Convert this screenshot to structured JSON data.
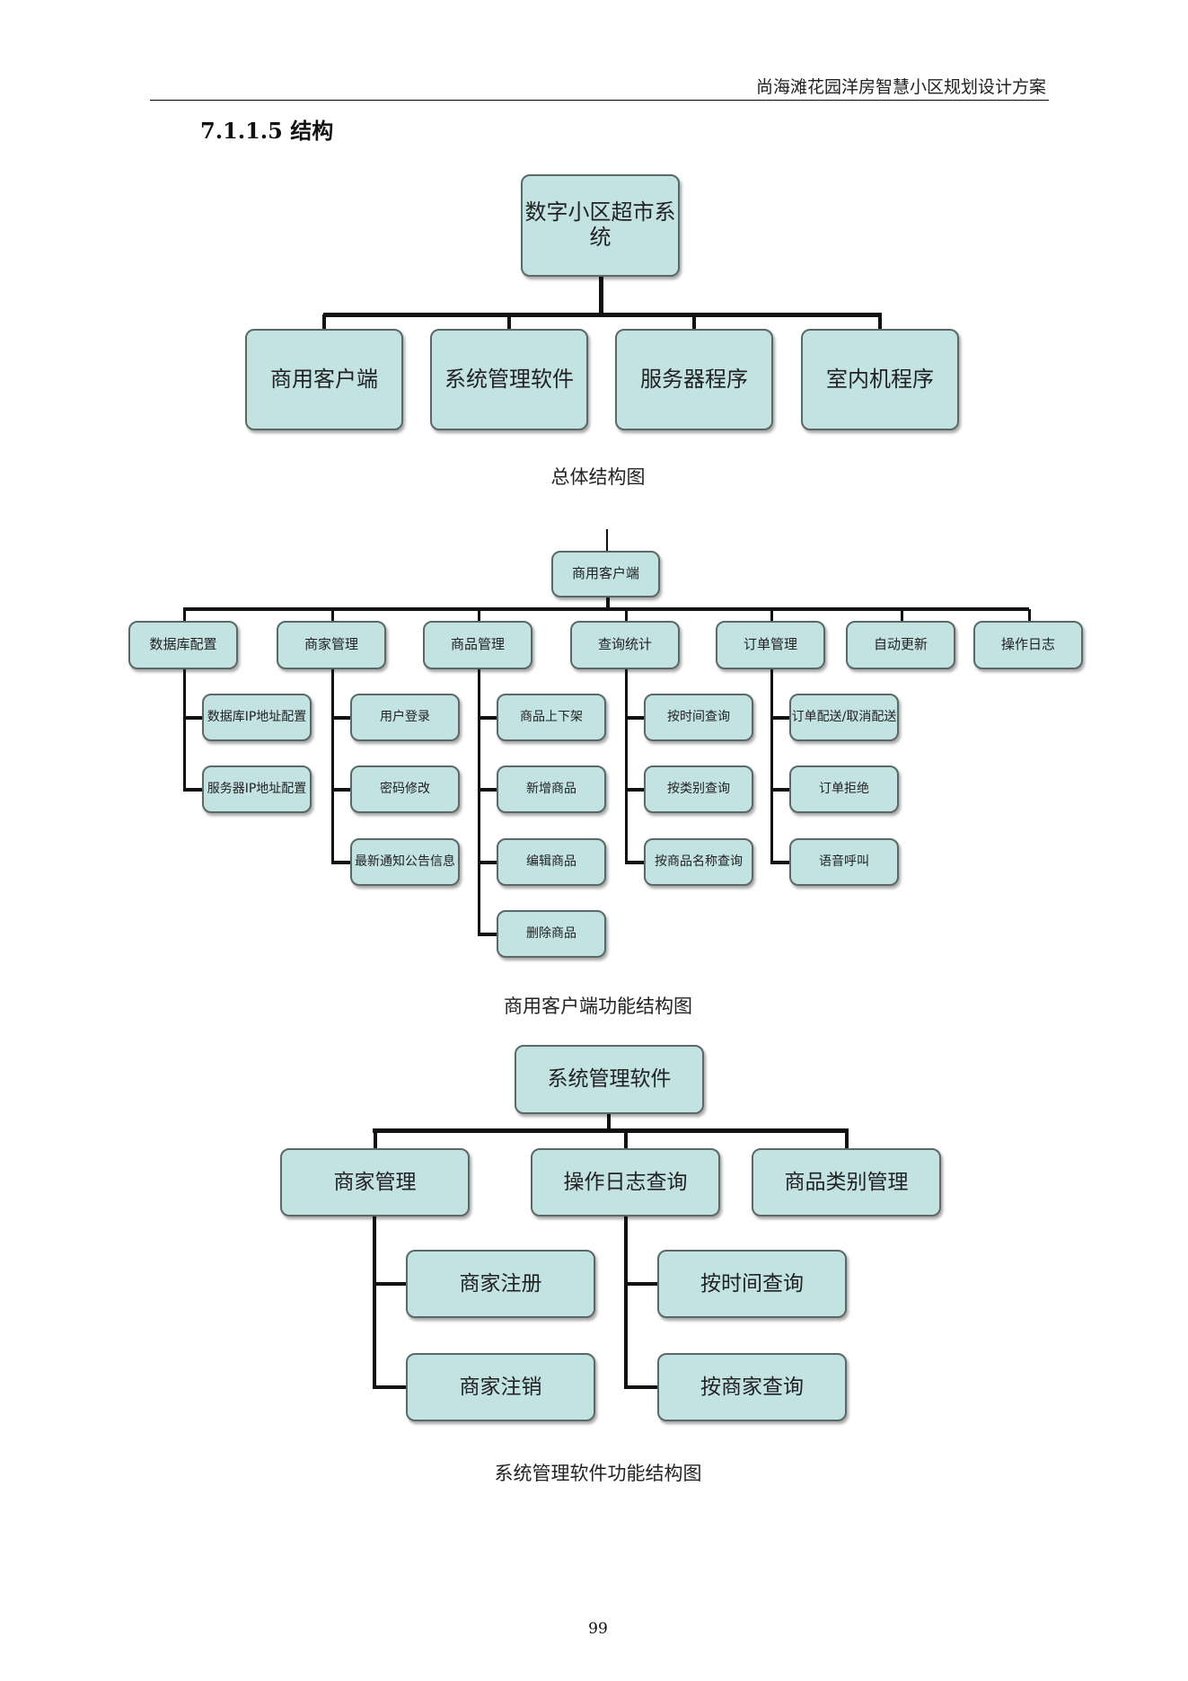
{
  "header": {
    "title": "尚海滩花园洋房智慧小区规划设计方案"
  },
  "section": {
    "heading": "7.1.1.5  结构"
  },
  "diagram1": {
    "root": "数字小区超市系统",
    "children": [
      "商用客户端",
      "系统管理软件",
      "服务器程序",
      "室内机程序"
    ],
    "caption": "总体结构图"
  },
  "diagram2": {
    "root": "商用客户端",
    "groups": [
      {
        "label": "数据库配置",
        "items": [
          "数据库IP地址配置",
          "服务器IP地址配置"
        ]
      },
      {
        "label": "商家管理",
        "items": [
          "用户登录",
          "密码修改",
          "最新通知公告信息"
        ]
      },
      {
        "label": "商品管理",
        "items": [
          "商品上下架",
          "新增商品",
          "编辑商品",
          "删除商品"
        ]
      },
      {
        "label": "查询统计",
        "items": [
          "按时间查询",
          "按类别查询",
          "按商品名称查询"
        ]
      },
      {
        "label": "订单管理",
        "items": [
          "订单配送/取消配送",
          "订单拒绝",
          "语音呼叫"
        ]
      },
      {
        "label": "自动更新",
        "items": []
      },
      {
        "label": "操作日志",
        "items": []
      }
    ],
    "caption": "商用客户端功能结构图"
  },
  "diagram3": {
    "root": "系统管理软件",
    "groups": [
      {
        "label": "商家管理",
        "items": [
          "商家注册",
          "商家注销"
        ]
      },
      {
        "label": "操作日志查询",
        "items": [
          "按时间查询",
          "按商家查询"
        ]
      },
      {
        "label": "商品类别管理",
        "items": []
      }
    ],
    "caption": "系统管理软件功能结构图"
  },
  "footer": {
    "page_number": "99"
  }
}
